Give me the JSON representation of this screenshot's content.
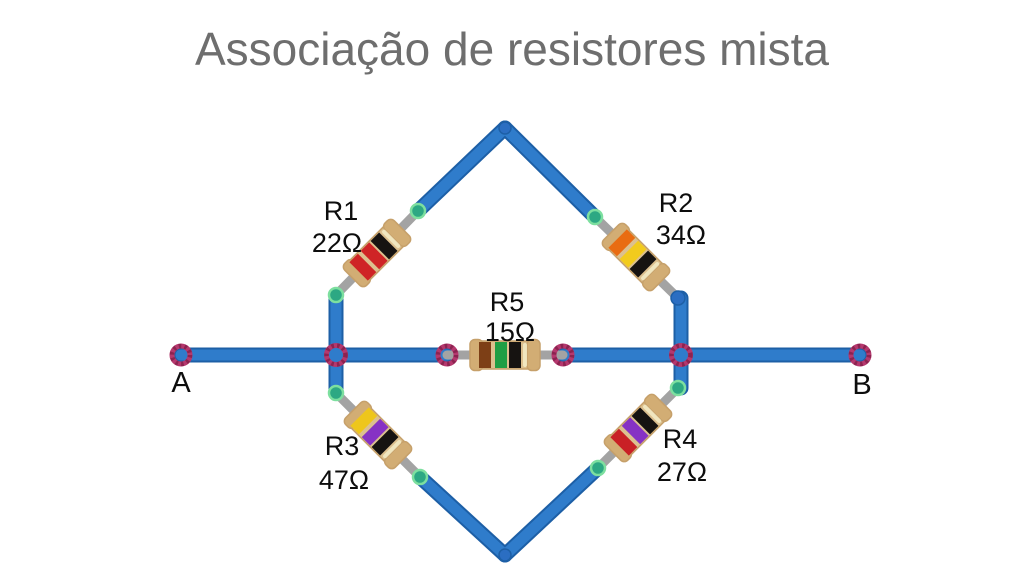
{
  "title": "Associação de resistores mista",
  "terminals": {
    "a": "A",
    "b": "B"
  },
  "colors": {
    "background": "#ffffff",
    "title_text": "#6e6e6e",
    "label_text": "#0d0d0d",
    "wire_blue": "#2f7ccb",
    "wire_blue_dark": "#1d5fa6",
    "wire_node_blue": "#2b6ec2",
    "lead_gray": "#a3a3a3",
    "endpoint_green": "#2da883",
    "endpoint_green_glow": "#7ddf9f",
    "junction_magenta": "#b5386e",
    "junction_magenta_dark": "#8c2350",
    "resistor_body": "#dcc08f",
    "resistor_body_edge": "#c6a06a",
    "resistor_cap": "#d2ad74",
    "resistor_highlight": "#f3ecc8"
  },
  "resistors": [
    {
      "id": "R1",
      "label": "R1",
      "value": "22Ω",
      "bands": [
        "#cf2426",
        "#cf2426",
        "#161311"
      ]
    },
    {
      "id": "R2",
      "label": "R2",
      "value": "34Ω",
      "bands": [
        "#e96c12",
        "#f2cb1d",
        "#161311"
      ]
    },
    {
      "id": "R3",
      "label": "R3",
      "value": "47Ω",
      "bands": [
        "#eec61b",
        "#8632c4",
        "#161311"
      ]
    },
    {
      "id": "R4",
      "label": "R4",
      "value": "27Ω",
      "bands": [
        "#c92025",
        "#8632c4",
        "#161311"
      ]
    },
    {
      "id": "R5",
      "label": "R5",
      "value": "15Ω",
      "bands": [
        "#7d3f16",
        "#1f9e44",
        "#161311"
      ]
    }
  ]
}
